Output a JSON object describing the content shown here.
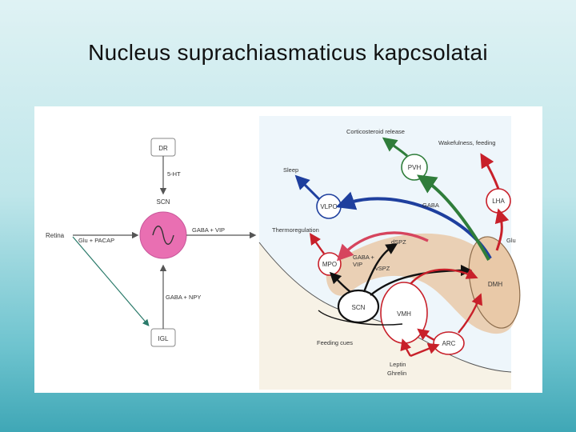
{
  "slide": {
    "title": "Nucleus suprachiasmaticus kapcsolatai"
  },
  "left_diagram": {
    "nodes": {
      "dr": "DR",
      "scn_label": "SCN",
      "igl": "IGL",
      "retina": "Retina"
    },
    "edges": {
      "dr_to_scn": "5-HT",
      "retina_to_scn": "Glu + PACAP",
      "scn_out": "GABA + VIP",
      "igl_to_scn": "GABA + NPY"
    }
  },
  "right_diagram": {
    "nodes": {
      "pvh": "PVH",
      "vlpo": "VLPO",
      "lha": "LHA",
      "mpo": "MPO",
      "scn": "SCN",
      "vmh": "VMH",
      "dmh": "DMH",
      "arc": "ARC",
      "dspz": "dSPZ",
      "vspz": "vSPZ"
    },
    "labels": {
      "corticosteroid": "Corticosteroid release",
      "wakefulness": "Wakefulness, feeding",
      "sleep": "Sleep",
      "thermoregulation": "Thermoregulation",
      "gaba": "GABA",
      "glu": "Glu",
      "gaba_vip_1": "GABA +",
      "gaba_vip_2": "VIP",
      "feeding_cues": "Feeding cues",
      "leptin": "Leptin",
      "ghrelin": "Ghrelin"
    },
    "colors": {
      "green": "#2f7d3a",
      "blue": "#1e3f9e",
      "red": "#c8202a",
      "pink": "#d6455e",
      "tan": "#e9c9a8",
      "panel": "#eef6fb"
    }
  }
}
